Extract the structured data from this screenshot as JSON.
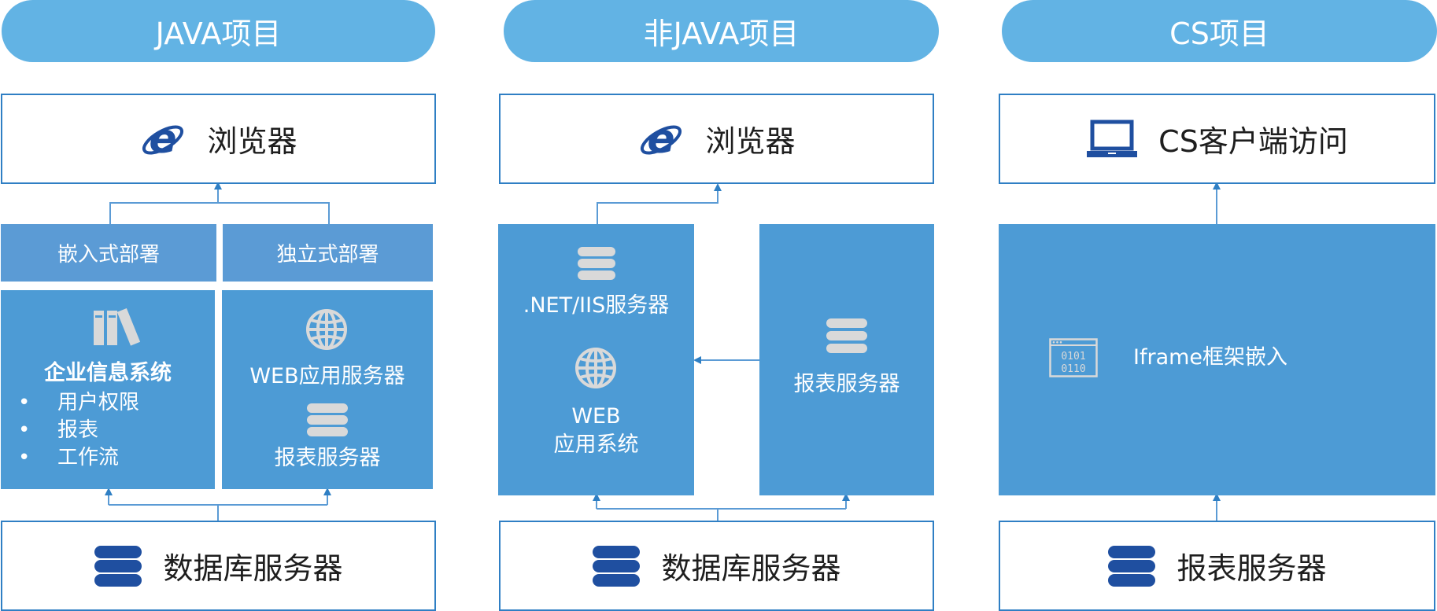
{
  "columns": {
    "java": {
      "header": "JAVA项目",
      "top": "浏览器",
      "tag_left": "嵌入式部署",
      "tag_right": "独立式部署",
      "left_title": "企业信息系统",
      "left_items": [
        "用户权限",
        "报表",
        "工作流"
      ],
      "right_label_1": "WEB应用服务器",
      "right_label_2": "报表服务器",
      "bottom": "数据库服务器"
    },
    "nonjava": {
      "header": "非JAVA项目",
      "top": "浏览器",
      "left_label_1": ".NET/IIS服务器",
      "left_label_2": "WEB",
      "left_label_3": "应用系统",
      "right_label": "报表服务器",
      "bottom": "数据库服务器"
    },
    "cs": {
      "header": "CS项目",
      "top": "CS客户端访问",
      "panel_label": "Iframe框架嵌入",
      "bottom": "报表服务器"
    }
  },
  "colors": {
    "pill": "#62b3e4",
    "panel": "#4d9bd5",
    "tag": "#5b9bd5",
    "border": "#2f7fc4",
    "icon_dark": "#1f4fa0",
    "icon_light": "#d9d9d9"
  },
  "icons": [
    "ie-icon",
    "laptop-icon",
    "database-icon",
    "books-icon",
    "globe-icon",
    "binary-window-icon"
  ]
}
